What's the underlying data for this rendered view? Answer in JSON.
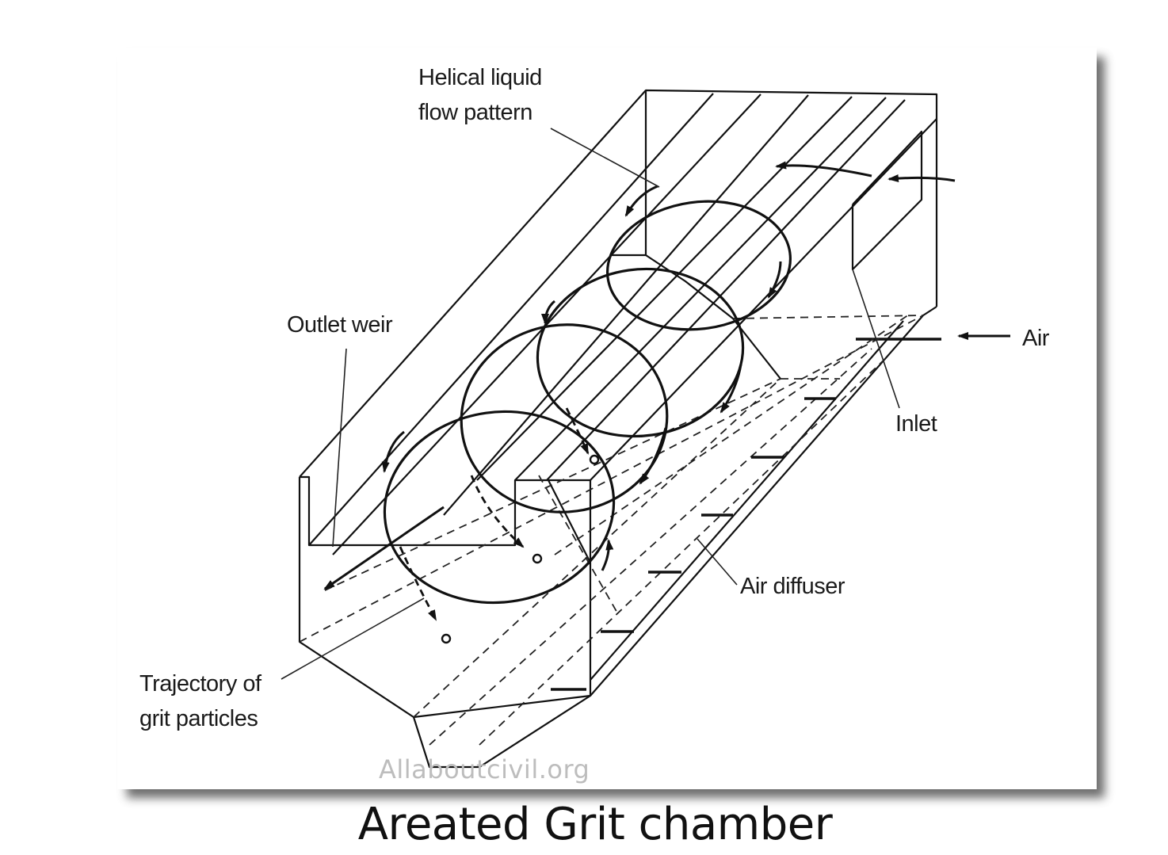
{
  "diagram": {
    "labels": {
      "helical_line1": "Helical liquid",
      "helical_line2": "flow pattern",
      "outlet_weir": "Outlet weir",
      "air": "Air",
      "inlet": "Inlet",
      "air_diffuser": "Air diffuser",
      "trajectory_line1": "Trajectory of",
      "trajectory_line2": "grit particles"
    },
    "watermark": "Allaboutcivil.org"
  },
  "caption": "Areated Grit chamber"
}
